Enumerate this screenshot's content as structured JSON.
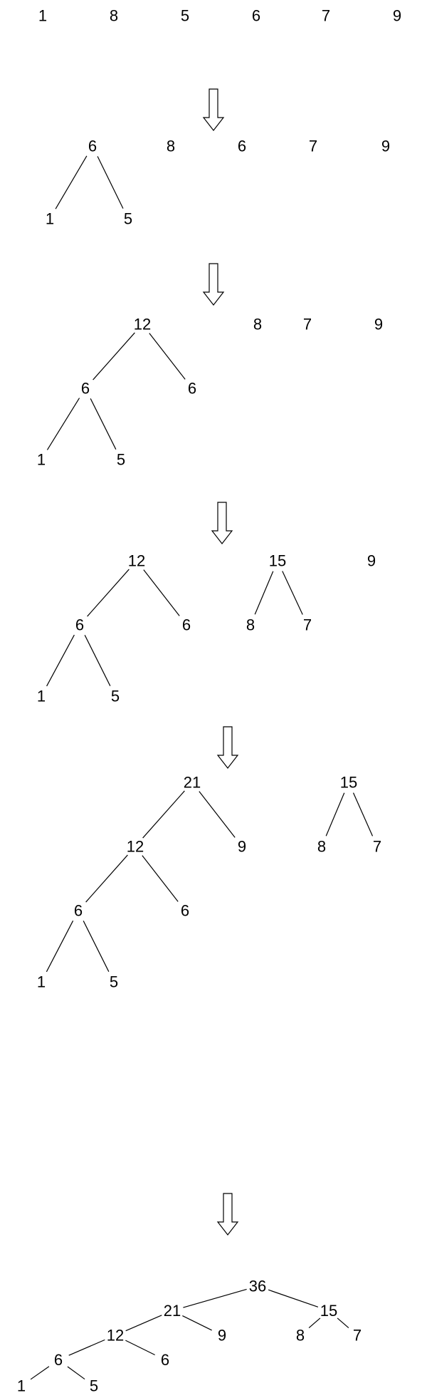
{
  "stages": [
    {
      "nodes": [
        {
          "id": "a1",
          "label": "1"
        },
        {
          "id": "a8",
          "label": "8"
        },
        {
          "id": "a5",
          "label": "5"
        },
        {
          "id": "a6",
          "label": "6"
        },
        {
          "id": "a7",
          "label": "7"
        },
        {
          "id": "a9",
          "label": "9"
        }
      ],
      "edges": []
    },
    {
      "nodes": [
        {
          "id": "b6",
          "label": "6"
        },
        {
          "id": "b1",
          "label": "1"
        },
        {
          "id": "b5",
          "label": "5"
        },
        {
          "id": "b8",
          "label": "8"
        },
        {
          "id": "b6s",
          "label": "6"
        },
        {
          "id": "b7",
          "label": "7"
        },
        {
          "id": "b9",
          "label": "9"
        }
      ],
      "edges": [
        [
          "b6",
          "b1"
        ],
        [
          "b6",
          "b5"
        ]
      ]
    },
    {
      "nodes": [
        {
          "id": "c12",
          "label": "12"
        },
        {
          "id": "c6",
          "label": "6"
        },
        {
          "id": "c6r",
          "label": "6"
        },
        {
          "id": "c1",
          "label": "1"
        },
        {
          "id": "c5",
          "label": "5"
        },
        {
          "id": "c8",
          "label": "8"
        },
        {
          "id": "c7",
          "label": "7"
        },
        {
          "id": "c9",
          "label": "9"
        }
      ],
      "edges": [
        [
          "c12",
          "c6"
        ],
        [
          "c12",
          "c6r"
        ],
        [
          "c6",
          "c1"
        ],
        [
          "c6",
          "c5"
        ]
      ]
    },
    {
      "nodes": [
        {
          "id": "d12",
          "label": "12"
        },
        {
          "id": "d6",
          "label": "6"
        },
        {
          "id": "d6r",
          "label": "6"
        },
        {
          "id": "d1",
          "label": "1"
        },
        {
          "id": "d5",
          "label": "5"
        },
        {
          "id": "d15",
          "label": "15"
        },
        {
          "id": "d8",
          "label": "8"
        },
        {
          "id": "d7",
          "label": "7"
        },
        {
          "id": "d9",
          "label": "9"
        }
      ],
      "edges": [
        [
          "d12",
          "d6"
        ],
        [
          "d12",
          "d6r"
        ],
        [
          "d6",
          "d1"
        ],
        [
          "d6",
          "d5"
        ],
        [
          "d15",
          "d8"
        ],
        [
          "d15",
          "d7"
        ]
      ]
    },
    {
      "nodes": [
        {
          "id": "e21",
          "label": "21"
        },
        {
          "id": "e12",
          "label": "12"
        },
        {
          "id": "e9",
          "label": "9"
        },
        {
          "id": "e6",
          "label": "6"
        },
        {
          "id": "e6r",
          "label": "6"
        },
        {
          "id": "e1",
          "label": "1"
        },
        {
          "id": "e5",
          "label": "5"
        },
        {
          "id": "e15",
          "label": "15"
        },
        {
          "id": "e8",
          "label": "8"
        },
        {
          "id": "e7",
          "label": "7"
        }
      ],
      "edges": [
        [
          "e21",
          "e12"
        ],
        [
          "e21",
          "e9"
        ],
        [
          "e12",
          "e6"
        ],
        [
          "e12",
          "e6r"
        ],
        [
          "e6",
          "e1"
        ],
        [
          "e6",
          "e5"
        ],
        [
          "e15",
          "e8"
        ],
        [
          "e15",
          "e7"
        ]
      ]
    },
    {
      "nodes": [
        {
          "id": "f36",
          "label": "36"
        },
        {
          "id": "f21",
          "label": "21"
        },
        {
          "id": "f15",
          "label": "15"
        },
        {
          "id": "f12",
          "label": "12"
        },
        {
          "id": "f9",
          "label": "9"
        },
        {
          "id": "f8",
          "label": "8"
        },
        {
          "id": "f7",
          "label": "7"
        },
        {
          "id": "f6",
          "label": "6"
        },
        {
          "id": "f6r",
          "label": "6"
        },
        {
          "id": "f1",
          "label": "1"
        },
        {
          "id": "f5",
          "label": "5"
        }
      ],
      "edges": [
        [
          "f36",
          "f21"
        ],
        [
          "f36",
          "f15"
        ],
        [
          "f21",
          "f12"
        ],
        [
          "f21",
          "f9"
        ],
        [
          "f15",
          "f8"
        ],
        [
          "f15",
          "f7"
        ],
        [
          "f12",
          "f6"
        ],
        [
          "f12",
          "f6r"
        ],
        [
          "f6",
          "f1"
        ],
        [
          "f6",
          "f5"
        ]
      ]
    }
  ]
}
